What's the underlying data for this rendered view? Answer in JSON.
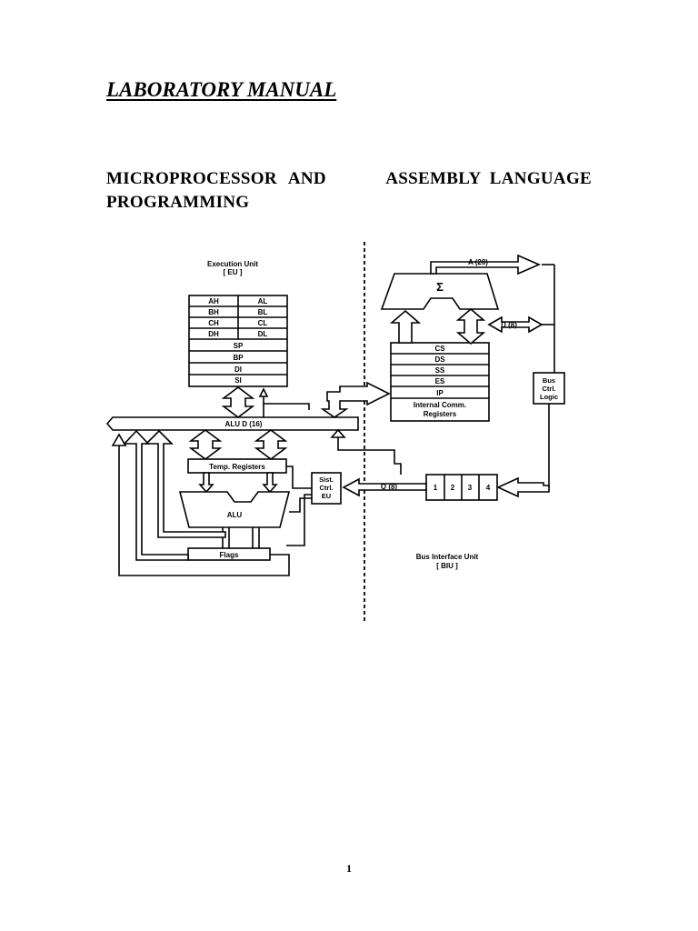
{
  "document": {
    "title": "LABORATORY MANUAL",
    "subject_line1_left": "MICROPROCESSOR AND",
    "subject_line1_right": "ASSEMBLY LANGUAGE",
    "subject_line2": "PROGRAMMING",
    "page_number": "1"
  },
  "diagram": {
    "eu_title": "Execution Unit",
    "eu_abbr": "[ EU ]",
    "biu_title": "Bus Interface Unit",
    "biu_abbr": "[ BIU ]",
    "general_registers": [
      [
        "AH",
        "AL"
      ],
      [
        "BH",
        "BL"
      ],
      [
        "CH",
        "CL"
      ],
      [
        "DH",
        "DL"
      ]
    ],
    "pointer_registers": [
      "SP",
      "BP",
      "DI",
      "SI"
    ],
    "segment_registers": [
      "CS",
      "DS",
      "SS",
      "ES",
      "IP"
    ],
    "internal_comm_line1": "Internal Comm.",
    "internal_comm_line2": "Registers",
    "adder_symbol": "Σ",
    "address_bus_label": "A (20)",
    "data_bus_label": "D (8)",
    "alu_bus_label": "ALU  D (16)",
    "queue_bus_label": "Q (8)",
    "bus_ctrl_lines": [
      "Bus",
      "Ctrl.",
      "Logic"
    ],
    "sist_ctrl_lines": [
      "Sist.",
      "Ctrl.",
      "EU"
    ],
    "queue_slots": [
      "1",
      "2",
      "3",
      "4"
    ],
    "temp_registers_label": "Temp. Registers",
    "alu_label": "ALU",
    "flags_label": "Flags"
  }
}
